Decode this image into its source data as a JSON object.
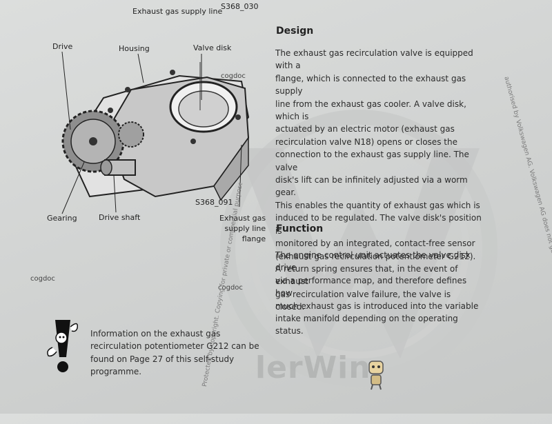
{
  "page": {
    "top_caption": "Exhaust gas supply line",
    "top_ref": "S368_030"
  },
  "figure": {
    "labels": {
      "drive": "Drive",
      "housing": "Housing",
      "valve_disk": "Valve disk",
      "gearing": "Gearing",
      "drive_shaft": "Drive shaft",
      "ref": "S368_091",
      "flange": [
        "Exhaust gas",
        "supply line",
        "flange"
      ]
    }
  },
  "watermarks": {
    "cog": "cogdoc",
    "brand_text": "lerWin",
    "copyright_right": "authorised by Volkswagen AG. Volkswagen AG does not guarantee or accept any liability with respect to the correctness of information in this document. Copyright by Volkswagen AG.",
    "copyright_bottom": "Protected by copyright. Copying for private or commercial purposes, in part or in whole"
  },
  "design": {
    "heading": "Design",
    "lines": [
      "The exhaust gas recirculation valve is equipped with a",
      "flange, which is connected to the exhaust gas supply",
      "line from the exhaust gas cooler. A valve disk, which is",
      "actuated by an electric motor (exhaust gas",
      "recirculation valve N18) opens or closes the",
      "connection to the exhaust gas supply line. The valve",
      "disk's lift can be infinitely adjusted via a worm gear.",
      "This enables the quantity of exhaust gas which is",
      "induced to be regulated. The valve disk's position is",
      "monitored by an integrated, contact-free sensor",
      "(exhaust gas recirculation potentiometer G212).",
      "A return spring ensures that, in the event of exhaust",
      "gas recirculation valve failure, the valve is closed."
    ]
  },
  "function": {
    "heading": "Function",
    "lines": [
      "The engine control unit actuates the valve disk drive",
      "via a performance map, and therefore defines how",
      "much exhaust gas is introduced into the variable",
      "intake manifold depending on the operating status."
    ]
  },
  "note": {
    "lines": [
      "Information on the exhaust gas",
      "recirculation potentiometer G212 can be",
      "found on Page 27 of this self-study",
      "programme."
    ]
  }
}
